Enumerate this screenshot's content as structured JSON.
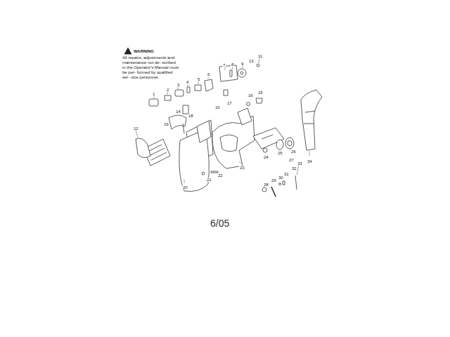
{
  "diagram": {
    "labels": [
      "WARNING",
      "All repairs, adjustments and maintenance not de- scribed in the Operator's Manual must be per- formed by qualified ser- vice personnel.",
      "1",
      "2",
      "3",
      "4",
      "5",
      "6",
      "7",
      "8",
      "9",
      "10",
      "11",
      "12",
      "13",
      "14",
      "15",
      "16",
      "17",
      "18",
      "19",
      "20",
      "21",
      "22",
      "23",
      "24",
      "25",
      "26",
      "27",
      "28",
      "29",
      "30",
      "31",
      "32",
      "33",
      "34",
      "6/05"
    ]
  }
}
